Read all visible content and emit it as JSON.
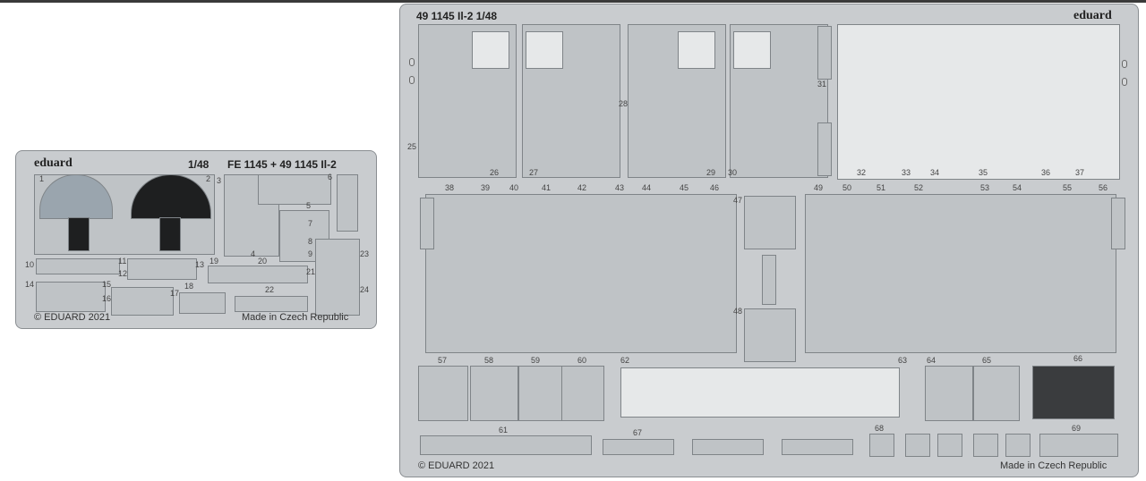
{
  "small_fret": {
    "brand": "eduard",
    "scale": "1/48",
    "code": "FE 1145 + 49 1145  Il-2",
    "copyright": "© EDUARD 2021",
    "origin": "Made in Czech Republic",
    "parts": [
      "1",
      "2",
      "3",
      "4",
      "5",
      "6",
      "7",
      "8",
      "9",
      "10",
      "11",
      "12",
      "13",
      "14",
      "15",
      "16",
      "17",
      "18",
      "19",
      "20",
      "21",
      "22",
      "23",
      "24"
    ]
  },
  "large_fret": {
    "code": "49 1145  Il-2   1/48",
    "brand": "eduard",
    "copyright": "© EDUARD 2021",
    "origin": "Made in Czech Republic",
    "parts": [
      "25",
      "26",
      "27",
      "28",
      "29",
      "30",
      "31",
      "32",
      "33",
      "34",
      "35",
      "36",
      "37",
      "38",
      "39",
      "40",
      "41",
      "42",
      "43",
      "44",
      "45",
      "46",
      "47",
      "48",
      "49",
      "50",
      "51",
      "52",
      "53",
      "54",
      "55",
      "56",
      "57",
      "58",
      "59",
      "60",
      "61",
      "62",
      "63",
      "64",
      "65",
      "66",
      "67",
      "68",
      "69"
    ]
  }
}
